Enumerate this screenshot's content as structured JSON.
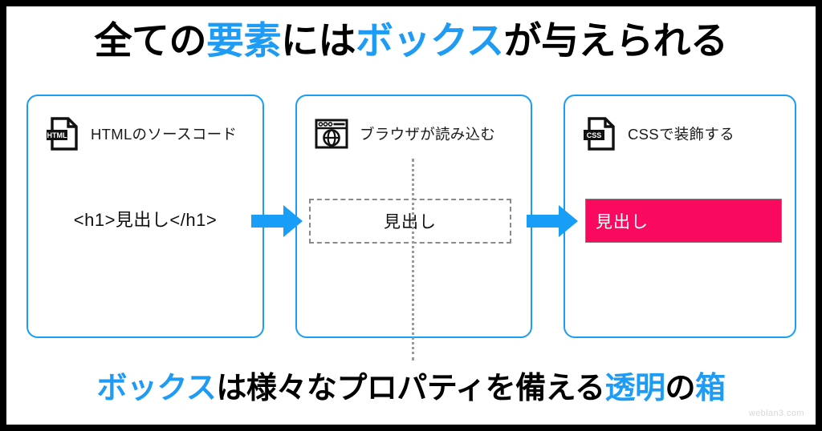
{
  "slide": {
    "frame_color": "#000000",
    "background": "#ffffff",
    "accent_color": "#1e9bf5",
    "highlight_color": "#fa0a5f"
  },
  "title": {
    "segments": [
      {
        "text": "全ての",
        "color": "black"
      },
      {
        "text": "要素",
        "color": "blue"
      },
      {
        "text": "には",
        "color": "black"
      },
      {
        "text": "ボックス",
        "color": "blue"
      },
      {
        "text": "が与えられる",
        "color": "black"
      }
    ],
    "plain": "全ての要素にはボックスが与えられる"
  },
  "panels": [
    {
      "icon": "html-file-icon",
      "icon_label": "HTML",
      "heading": "HTMLのソースコード",
      "body_type": "code",
      "body_text": "<h1>見出し</h1>"
    },
    {
      "icon": "browser-globe-icon",
      "heading": "ブラウザが読み込む",
      "body_type": "dashed-box",
      "body_text": "見出し"
    },
    {
      "icon": "css-file-icon",
      "icon_label": "CSS",
      "heading": "CSSで装飾する",
      "body_type": "styled-box",
      "body_text": "見出し"
    }
  ],
  "arrows": [
    {
      "name": "arrow-1",
      "direction": "right",
      "color": "#199ef7"
    },
    {
      "name": "arrow-2",
      "direction": "right",
      "color": "#199ef7"
    }
  ],
  "connector": {
    "style": "dotted",
    "color": "#9a9a9a"
  },
  "caption": {
    "segments": [
      {
        "text": "ボックス",
        "color": "blue"
      },
      {
        "text": "は様々なプロパティを備える",
        "color": "black"
      },
      {
        "text": "透明",
        "color": "blue"
      },
      {
        "text": "の",
        "color": "black"
      },
      {
        "text": "箱",
        "color": "blue"
      }
    ],
    "plain": "ボックスは様々なプロパティを備える透明の箱"
  },
  "watermark": {
    "text": "weblan3.com"
  }
}
